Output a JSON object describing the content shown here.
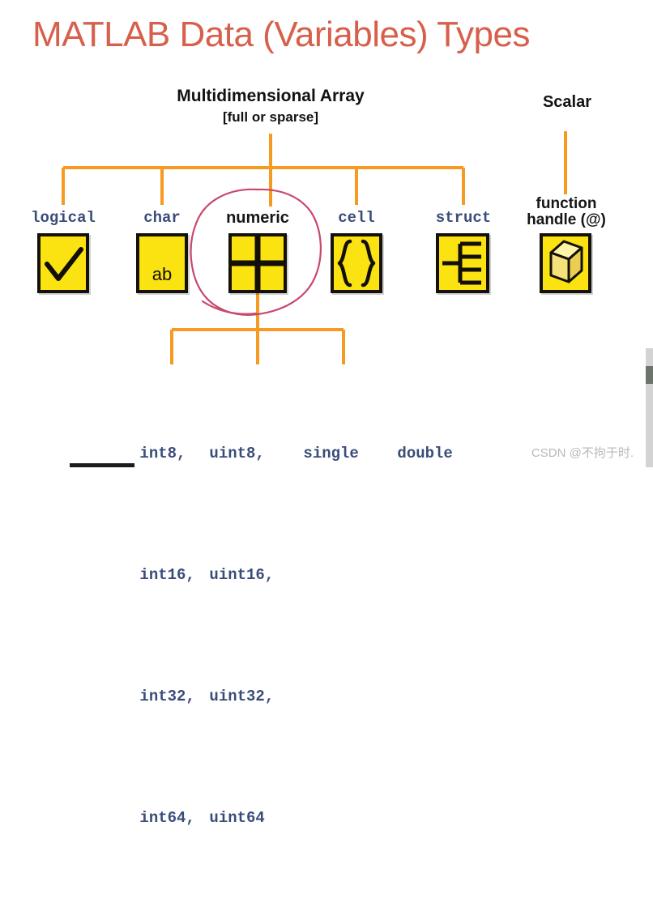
{
  "slide": {
    "title": "MATLAB Data (Variables) Types",
    "title_color": "#d6604c",
    "background": "#ffffff"
  },
  "tree": {
    "root": {
      "label": "Multidimensional Array",
      "sublabel": "[full or sparse]"
    },
    "scalar": {
      "label": "Scalar"
    },
    "connector_color": "#f79a21",
    "types": [
      {
        "label": "logical",
        "icon": "checkmark-icon",
        "label_style": "mono-blue"
      },
      {
        "label": "char",
        "icon": "ab-text-icon",
        "label_style": "mono-blue"
      },
      {
        "label": "numeric",
        "icon": "grid-2x2-icon",
        "label_style": "sans-black"
      },
      {
        "label": "cell",
        "icon": "curly-braces-icon",
        "label_style": "mono-blue"
      },
      {
        "label": "struct",
        "icon": "struct-tree-icon",
        "label_style": "mono-blue"
      }
    ],
    "scalar_type": {
      "label_line1": "function",
      "label_line2": "handle (@)",
      "icon": "cube-3d-icon"
    },
    "char_box_text": "ab",
    "box_fill": "#fbe211",
    "box_border": "#14100a"
  },
  "annotation": {
    "name": "hand-drawn-circle-around-numeric",
    "color": "#c8486b"
  },
  "numeric_types": {
    "rows": [
      {
        "c1": "int8,",
        "c2": "uint8,",
        "c3": "single",
        "c4": "double"
      },
      {
        "c1": "int16,",
        "c2": "uint16,",
        "c3": "",
        "c4": ""
      },
      {
        "c1": "int32,",
        "c2": "uint32,",
        "c3": "",
        "c4": ""
      },
      {
        "c1": "int64,",
        "c2": "uint64",
        "c3": "",
        "c4": ""
      }
    ],
    "text_color": "#3a4d7a"
  },
  "watermark": {
    "text": "CSDN @不拘于时."
  },
  "player": {
    "progress_bar_present": true,
    "scrollbar_present": true
  }
}
